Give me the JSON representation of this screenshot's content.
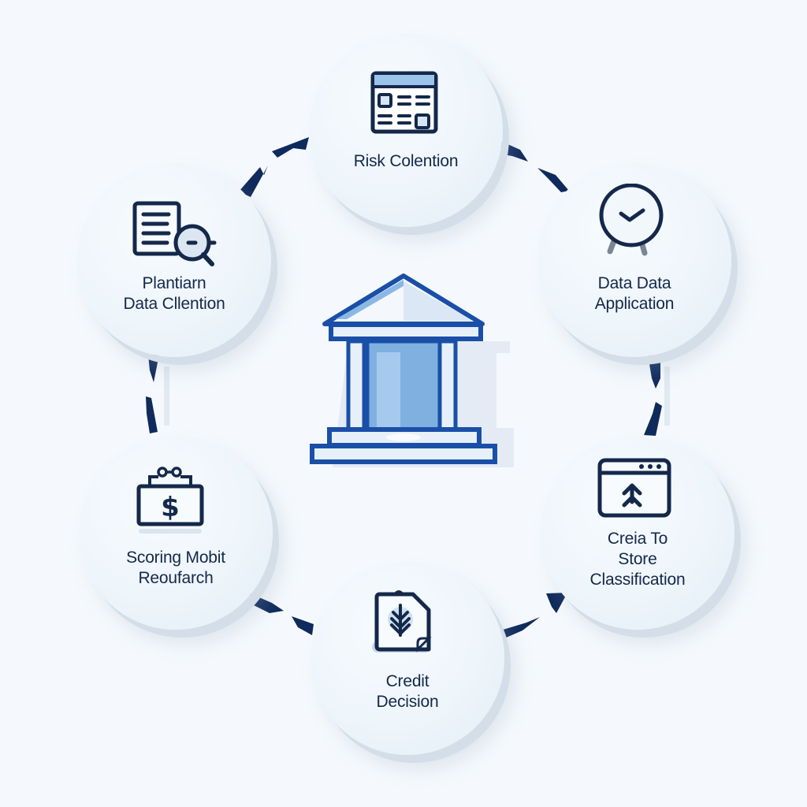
{
  "diagram": {
    "type": "cycle",
    "center": {
      "icon": "bank-building-icon"
    },
    "nodes": [
      {
        "id": "top",
        "label_lines": [
          "Risk Colention"
        ],
        "icon": "form-window-icon"
      },
      {
        "id": "upper-right",
        "label_lines": [
          "Data Data",
          "Application"
        ],
        "icon": "checkmark-clock-icon"
      },
      {
        "id": "lower-right",
        "label_lines": [
          "Creia To",
          "Store",
          "Classification"
        ],
        "icon": "upload-window-icon"
      },
      {
        "id": "bottom",
        "label_lines": [
          "Credit",
          "Decision"
        ],
        "icon": "document-tree-icon"
      },
      {
        "id": "lower-left",
        "label_lines": [
          "Scoring Mobit",
          "Reoufarch"
        ],
        "icon": "dollar-briefcase-icon"
      },
      {
        "id": "upper-left",
        "label_lines": [
          "Plantiarn",
          "Data Cllention"
        ],
        "icon": "document-search-icon"
      }
    ],
    "connectors": 6
  },
  "colors": {
    "background": "#f5f9fd",
    "node_fill": "#eef5fb",
    "node_shadow": "#d3dee8",
    "text": "#14284a",
    "icon_stroke": "#14284a",
    "arrow": "#0f2a5c",
    "bank_stroke": "#1a4fa8",
    "bank_fill": "#7fb0e0",
    "accent_light": "#9cc3ea"
  }
}
